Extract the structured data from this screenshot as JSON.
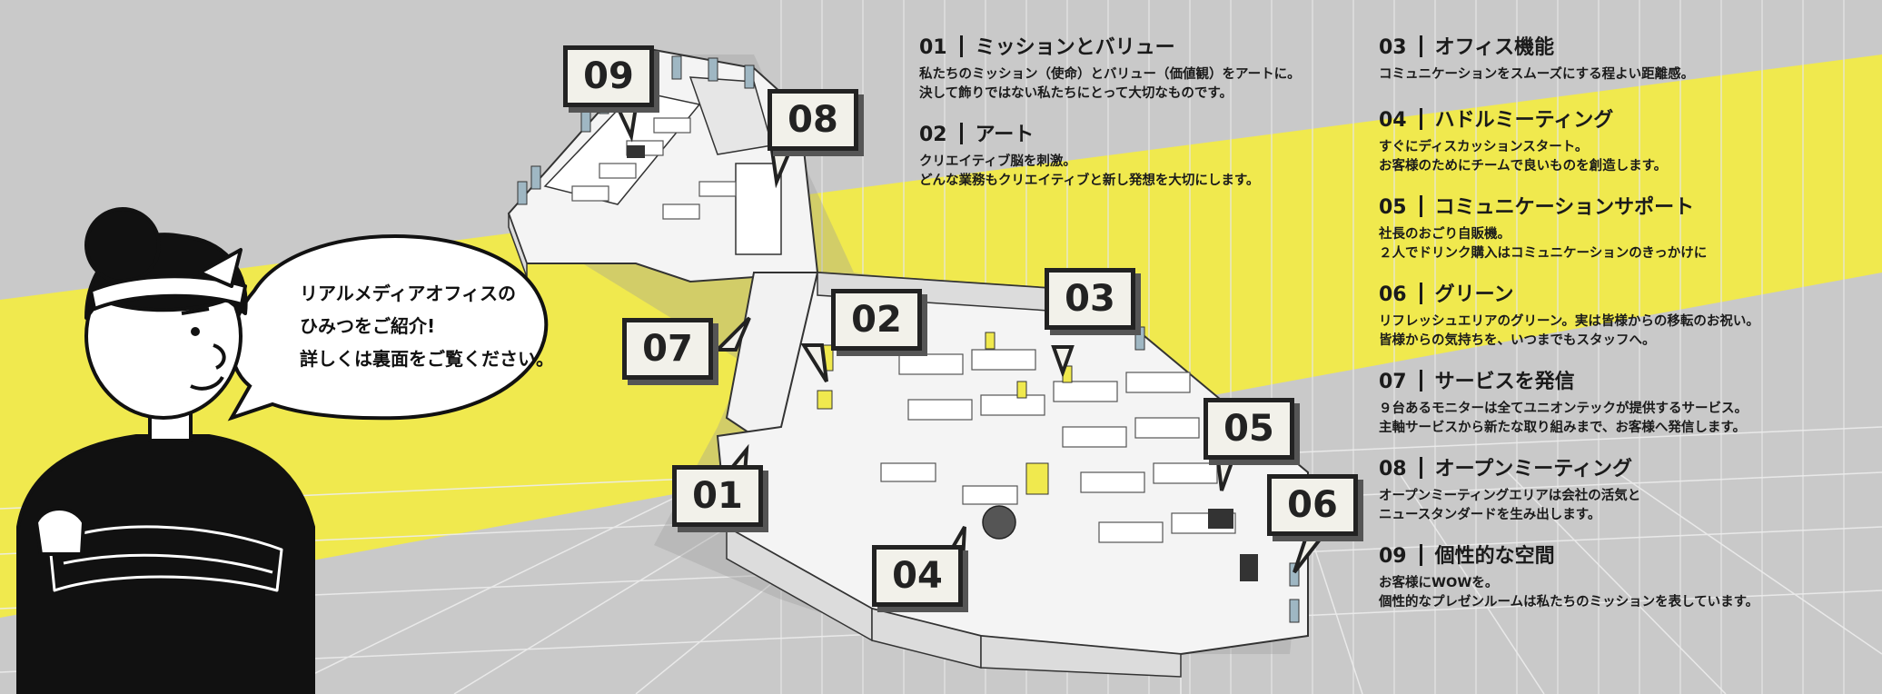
{
  "bubble": {
    "lines": [
      "リアルメディアオフィスの",
      "ひみつをご紹介!",
      "詳しくは裏面をご覧ください。"
    ]
  },
  "markers": [
    "01",
    "02",
    "03",
    "04",
    "05",
    "06",
    "07",
    "08",
    "09"
  ],
  "items": [
    {
      "num": "01",
      "title": "ミッションとバリュー",
      "lines": [
        "私たちのミッション（使命）とバリュー（価値観）をアートに。",
        "決して飾りではない私たちにとって大切なものです。"
      ]
    },
    {
      "num": "02",
      "title": "アート",
      "lines": [
        "クリエイティブ脳を刺激。",
        "どんな業務もクリエイティブと新し発想を大切にします。"
      ]
    },
    {
      "num": "03",
      "title": "オフィス機能",
      "lines": [
        "コミュニケーションをスムーズにする程よい距離感。"
      ]
    },
    {
      "num": "04",
      "title": "ハドルミーティング",
      "lines": [
        "すぐにディスカッションスタート。",
        "お客様のためにチームで良いものを創造します。"
      ]
    },
    {
      "num": "05",
      "title": "コミュニケーションサポート",
      "lines": [
        "社長のおごり自販機。",
        "２人でドリンク購入はコミュニケーションのきっかけに"
      ]
    },
    {
      "num": "06",
      "title": "グリーン",
      "lines": [
        "リフレッシュエリアのグリーン。実は皆様からの移転のお祝い。",
        "皆様からの気持ちを、いつまでもスタッフへ。"
      ]
    },
    {
      "num": "07",
      "title": "サービスを発信",
      "lines": [
        "９台あるモニターは全てユニオンテックが提供するサービス。",
        "主軸サービスから新たな取り組みまで、お客様へ発信します。"
      ]
    },
    {
      "num": "08",
      "title": "オープンミーティング",
      "lines": [
        "オープンミーティングエリアは会社の活気と",
        "ニュースタンダードを生み出します。"
      ]
    },
    {
      "num": "09",
      "title": "個性的な空間",
      "lines": [
        "お客様にWOWを。",
        "個性的なプレゼンルームは私たちのミッションを表しています。"
      ]
    }
  ],
  "colors": {
    "background": "#c9c9c9",
    "accent_band": "#f0e94e",
    "ink": "#1a1a1a",
    "tag_fill": "#f2f1ea"
  }
}
